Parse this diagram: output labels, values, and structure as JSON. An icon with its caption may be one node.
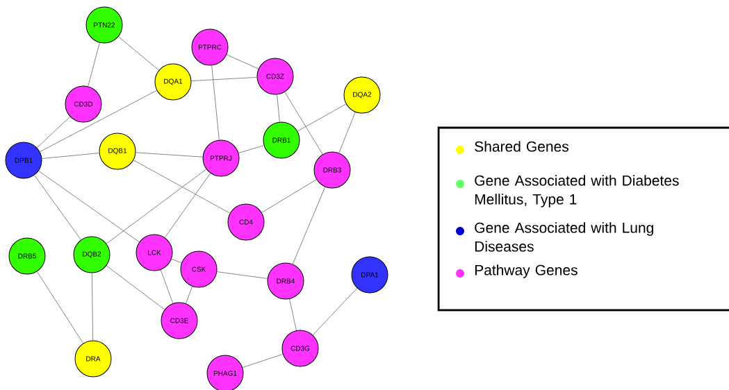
{
  "diagram": {
    "nodes": [
      {
        "text": [
          "PTN22"
        ]
      },
      {
        "text": [
          "PTPRC"
        ]
      },
      {
        "text": [
          "CD3Z"
        ]
      },
      {
        "text": [
          "DQA1"
        ]
      },
      {
        "text": [
          "DQA2"
        ]
      },
      {
        "text": [
          "CD3D"
        ]
      },
      {
        "text": [
          "DRB1"
        ]
      },
      {
        "text": [
          "DPB1"
        ]
      },
      {
        "text": [
          "DQB1"
        ]
      },
      {
        "text": [
          "PTPRJ"
        ]
      },
      {
        "text": [
          "DRB3"
        ]
      },
      {
        "text": [
          "CD4"
        ]
      },
      {
        "text": [
          "DRB5"
        ]
      },
      {
        "text": [
          "DQB2"
        ]
      },
      {
        "text": [
          "LCK"
        ]
      },
      {
        "text": [
          "CSK"
        ]
      },
      {
        "text": [
          "DRB4"
        ]
      },
      {
        "text": [
          "DPA1"
        ]
      },
      {
        "text": [
          "CD3E"
        ]
      },
      {
        "text": [
          "CD3G"
        ]
      },
      {
        "text": [
          "DRA"
        ]
      },
      {
        "text": [
          "PHAG1"
        ]
      }
    ],
    "edges": [
      {
        "from": 0,
        "to": 5,
        "arrow": "none"
      },
      {
        "from": 0,
        "to": 3,
        "arrow": "none"
      },
      {
        "from": 1,
        "to": 2,
        "arrow": "none"
      },
      {
        "from": 1,
        "to": 9,
        "arrow": "none"
      },
      {
        "from": 3,
        "to": 2,
        "arrow": "none"
      },
      {
        "from": 5,
        "to": 7,
        "arrow": "none"
      },
      {
        "from": 3,
        "to": 7,
        "arrow": "none"
      },
      {
        "from": 2,
        "to": 6,
        "arrow": "none"
      },
      {
        "from": 2,
        "to": 10,
        "arrow": "none"
      },
      {
        "from": 4,
        "to": 6,
        "arrow": "none"
      },
      {
        "from": 4,
        "to": 10,
        "arrow": "none"
      },
      {
        "from": 7,
        "to": 8,
        "arrow": "none"
      },
      {
        "from": 8,
        "to": 9,
        "arrow": "none"
      },
      {
        "from": 9,
        "to": 6,
        "arrow": "none"
      },
      {
        "from": 8,
        "to": 11,
        "arrow": "none"
      },
      {
        "from": 10,
        "to": 11,
        "arrow": "none"
      },
      {
        "from": 7,
        "to": 13,
        "arrow": "none"
      },
      {
        "from": 7,
        "to": 14,
        "arrow": "none"
      },
      {
        "from": 9,
        "to": 13,
        "arrow": "none"
      },
      {
        "from": 9,
        "to": 14,
        "arrow": "none"
      },
      {
        "from": 10,
        "to": 16,
        "arrow": "none"
      },
      {
        "from": 14,
        "to": 15,
        "arrow": "none"
      },
      {
        "from": 13,
        "to": 18,
        "arrow": "none"
      },
      {
        "from": 13,
        "to": 20,
        "arrow": "none"
      },
      {
        "from": 12,
        "to": 20,
        "arrow": "none"
      },
      {
        "from": 14,
        "to": 18,
        "arrow": "none"
      },
      {
        "from": 15,
        "to": 18,
        "arrow": "none"
      },
      {
        "from": 15,
        "to": 16,
        "arrow": "none"
      },
      {
        "from": 16,
        "to": 19,
        "arrow": "none"
      },
      {
        "from": 17,
        "to": 19,
        "arrow": "none"
      },
      {
        "from": 21,
        "to": 19,
        "arrow": "none"
      }
    ],
    "legend": [
      {
        "text": "Shared Genes",
        "color": "#ffff00"
      },
      {
        "text": "Gene Associated with Diabetes Mellitus, Type 1",
        "color": "#66ff66"
      },
      {
        "text": "Gene Associated with Lung Diseases",
        "color": "#0000cc"
      },
      {
        "text": "Pathway Genes",
        "color": "#ff33ff"
      }
    ]
  }
}
